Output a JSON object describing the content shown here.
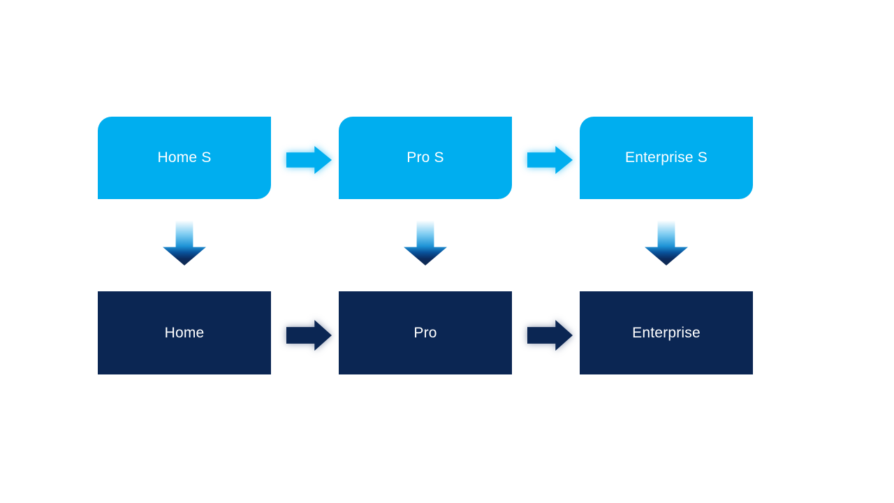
{
  "diagram": {
    "type": "flow",
    "columns": [
      {
        "top": "Home S",
        "bottom": "Home"
      },
      {
        "top": "Pro S",
        "bottom": "Pro"
      },
      {
        "top": "Enterprise S",
        "bottom": "Enterprise"
      }
    ],
    "icons": {
      "horizontal_connector": "right-arrow-icon",
      "vertical_connector": "down-arrow-icon"
    },
    "colors": {
      "background": "#ffffff",
      "top_box": "#00aeef",
      "bottom_box": "#0b2653",
      "label_text": "#ffffff",
      "arrow_light": "#00aeef",
      "arrow_dark": "#0b2653",
      "down_arrow_gradient": [
        "#ffffff 2%",
        "#7fcdf2 32%",
        "#1e93d6 58%",
        "#09519a 72%",
        "#0b2b5d 86%",
        "#102b52 100%"
      ]
    }
  }
}
